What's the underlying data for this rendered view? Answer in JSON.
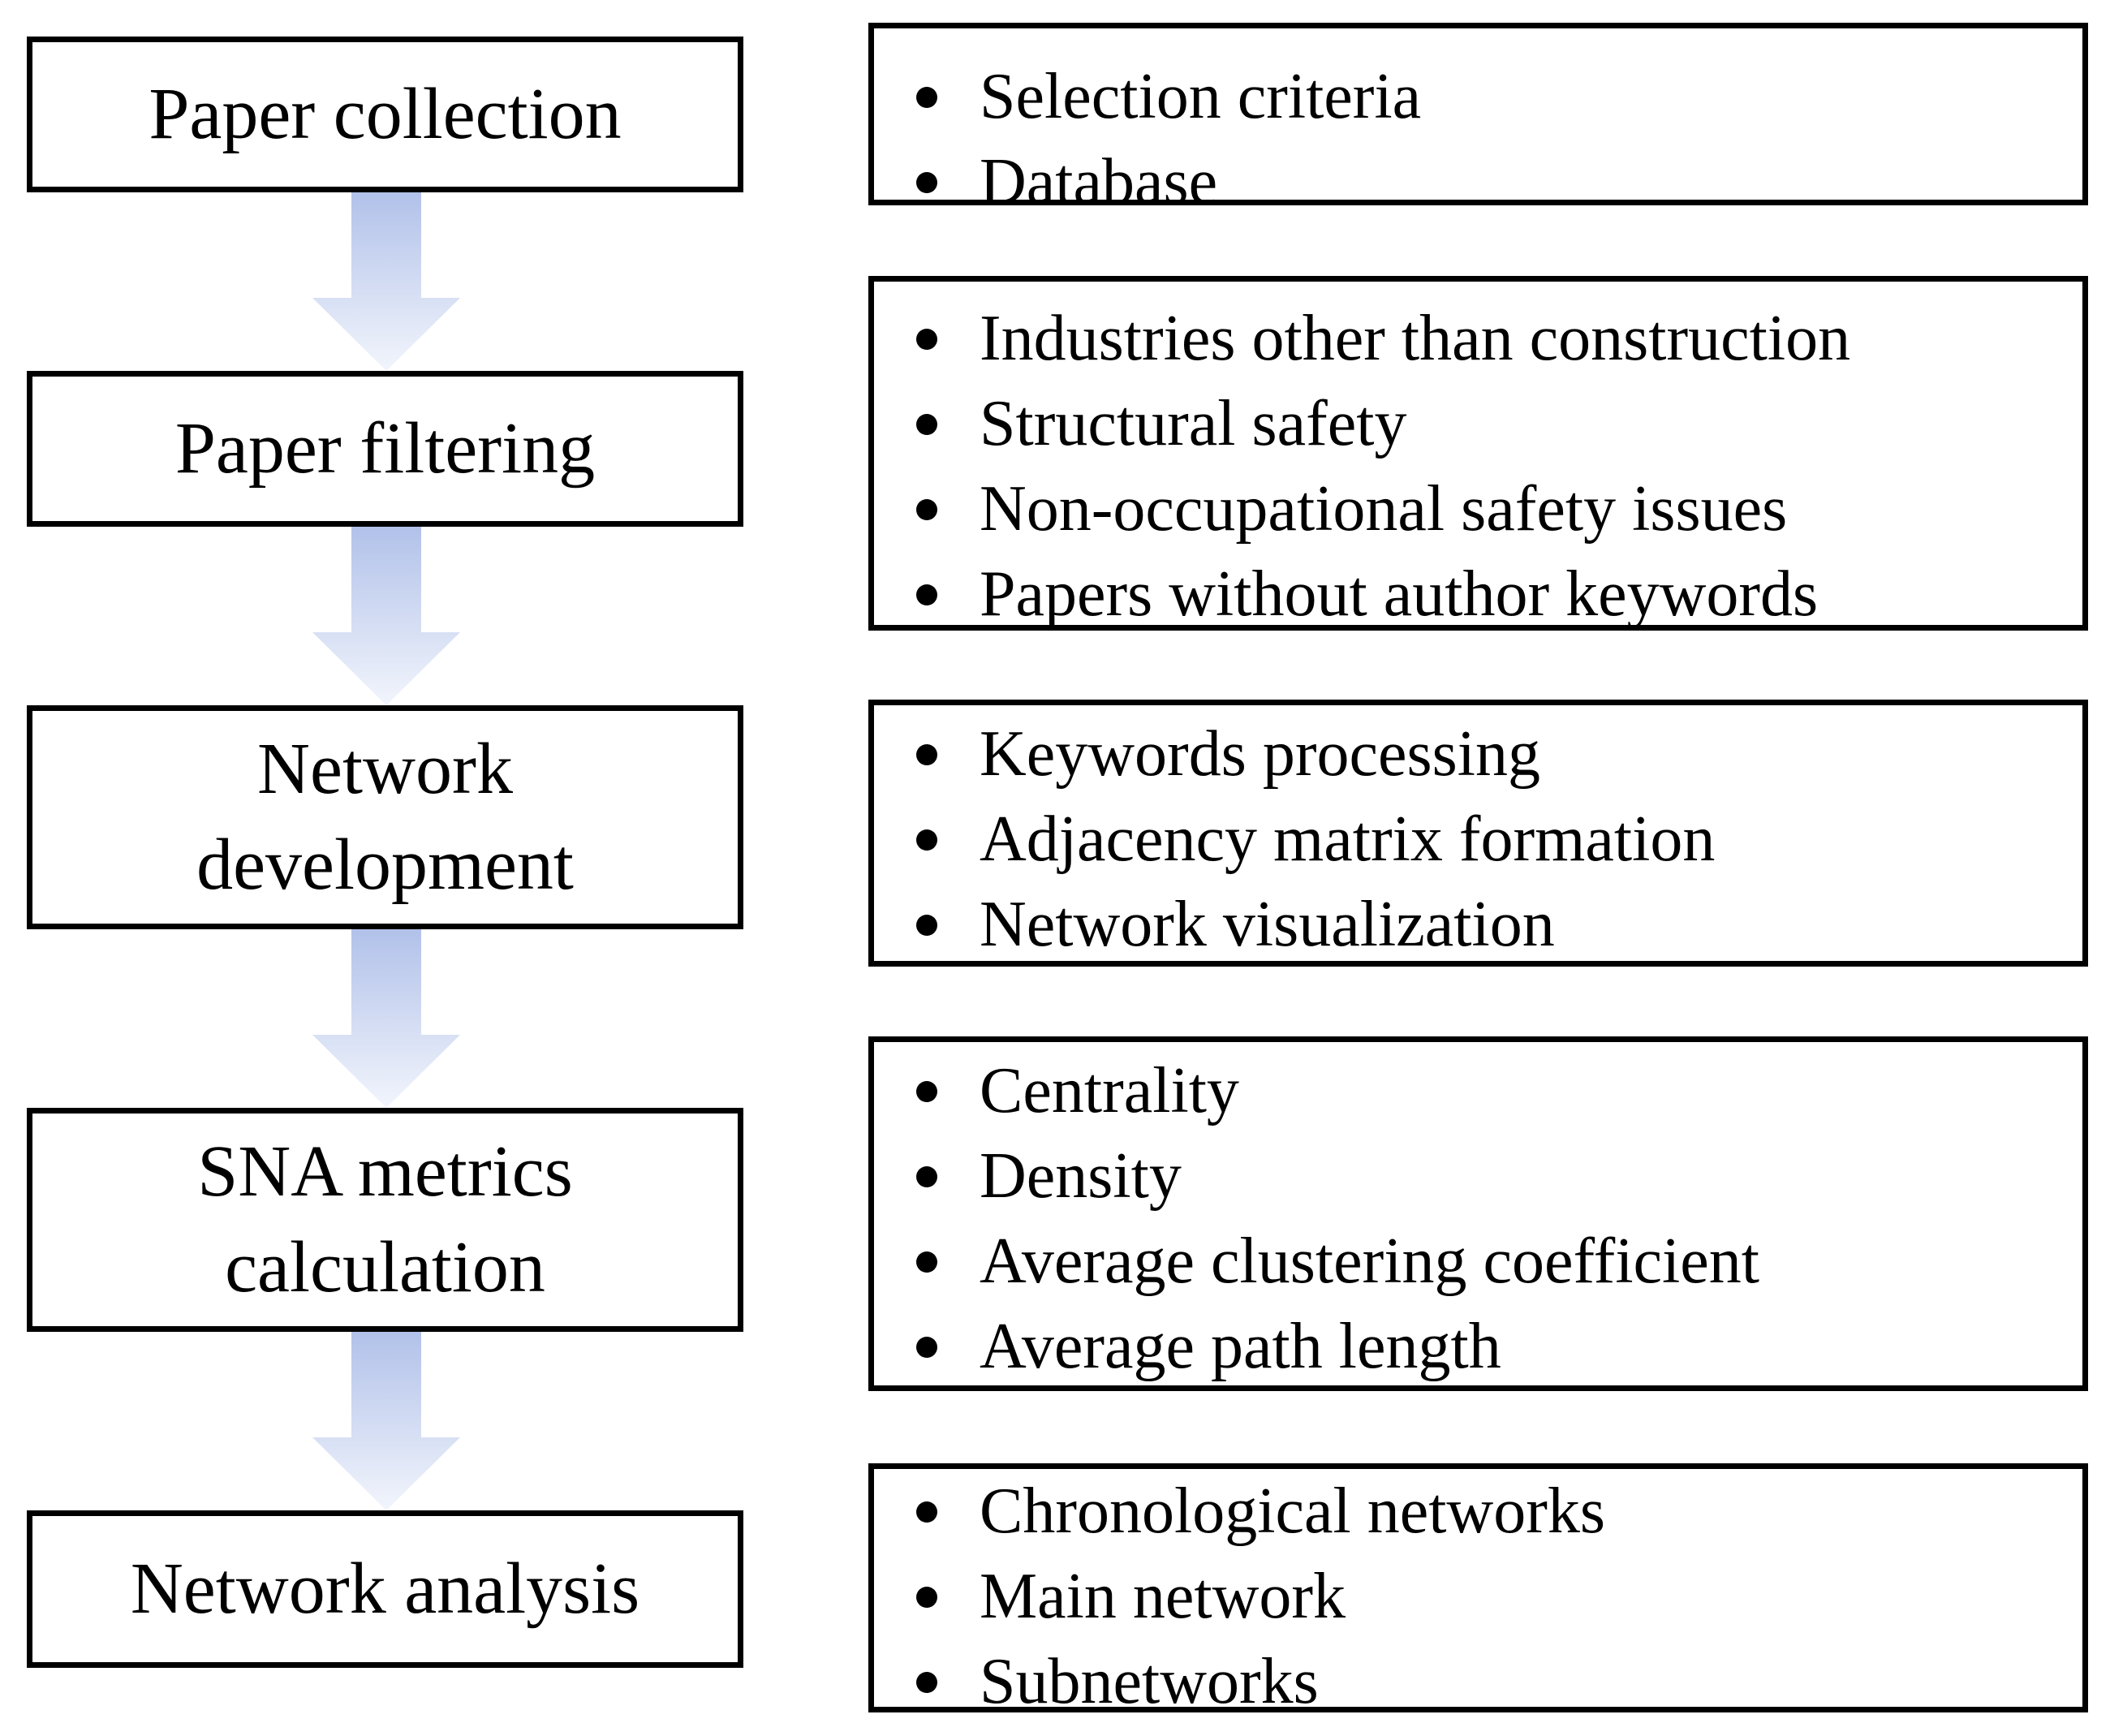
{
  "steps": [
    {
      "title": "Paper collection"
    },
    {
      "title": "Paper filtering"
    },
    {
      "title": "Network development"
    },
    {
      "title": "SNA metrics calculation"
    },
    {
      "title": "Network analysis"
    }
  ],
  "details": [
    {
      "items": [
        "Selection criteria",
        "Database"
      ]
    },
    {
      "items": [
        "Industries other than construction",
        "Structural safety",
        "Non-occupational safety issues",
        "Papers without author keywords"
      ]
    },
    {
      "items": [
        "Keywords processing",
        "Adjacency matrix formation",
        "Network visualization"
      ]
    },
    {
      "items": [
        "Centrality",
        "Density",
        "Average clustering coefficient",
        "Average path length"
      ]
    },
    {
      "items": [
        "Chronological networks",
        "Main network",
        "Subnetworks"
      ]
    }
  ],
  "colors": {
    "border": "#000000",
    "arrow_top": "#b1c1e9",
    "arrow_bottom": "#f2f5fc"
  },
  "icons": {
    "arrow": "down-arrow-icon",
    "bullet": "bullet-icon"
  }
}
